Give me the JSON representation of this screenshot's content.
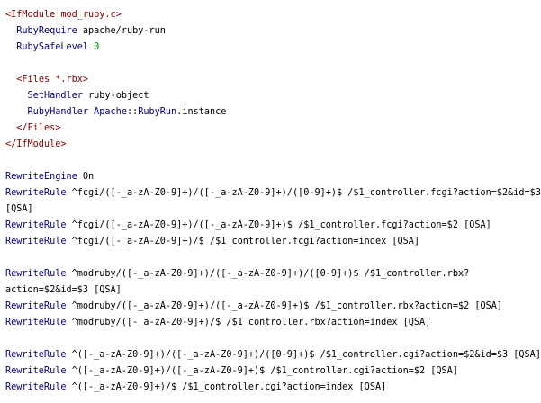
{
  "code": {
    "block1": {
      "open_tag": "<IfModule mod_ruby.c>",
      "line2_kw": "RubyRequire",
      "line2_val": " apache/ruby-run",
      "line3_kw": "RubySafeLevel",
      "line3_space": " ",
      "line3_num": "0",
      "files_open": "<Files *.rbx>",
      "sethandler_kw": "SetHandler",
      "sethandler_val": " ruby-object",
      "rubyhandler_kw": "RubyHandler",
      "rubyhandler_a": " Apache",
      "rubyhandler_sep": "::",
      "rubyhandler_b": "RubyRun",
      "rubyhandler_dot": ".",
      "rubyhandler_c": "instance",
      "files_close": "</Files>",
      "close_tag": "</IfModule>"
    },
    "engine": {
      "kw": "RewriteEngine",
      "val": " On"
    },
    "fcgi": [
      "^fcgi/([-_a-zA-Z0-9]+)/([-_a-zA-Z0-9]+)/([0-9]+)$ /$1_controller.fcgi?action=$2&id=$3",
      "[QSA]",
      "^fcgi/([-_a-zA-Z0-9]+)/([-_a-zA-Z0-9]+)$ /$1_controller.fcgi?action=$2 [QSA]",
      "^fcgi/([-_a-zA-Z0-9]+)/$ /$1_controller.fcgi?action=index [QSA]"
    ],
    "modruby": [
      "^modruby/([-_a-zA-Z0-9]+)/([-_a-zA-Z0-9]+)/([0-9]+)$ /$1_controller.rbx?",
      "action=$2&id=$3 [QSA]",
      "^modruby/([-_a-zA-Z0-9]+)/([-_a-zA-Z0-9]+)$ /$1_controller.rbx?action=$2 [QSA]",
      "^modruby/([-_a-zA-Z0-9]+)/$ /$1_controller.rbx?action=index [QSA]"
    ],
    "cgi": [
      "^([-_a-zA-Z0-9]+)/([-_a-zA-Z0-9]+)/([0-9]+)$ /$1_controller.cgi?action=$2&id=$3 [QSA]",
      "^([-_a-zA-Z0-9]+)/([-_a-zA-Z0-9]+)$ /$1_controller.cgi?action=$2 [QSA]",
      "^([-_a-zA-Z0-9]+)/$ /$1_controller.cgi?action=index [QSA]"
    ],
    "rewrite_rule_kw": "RewriteRule",
    "space": " "
  },
  "colors": {
    "tag": "#800000",
    "keyword": "#000080",
    "number": "#008000"
  }
}
